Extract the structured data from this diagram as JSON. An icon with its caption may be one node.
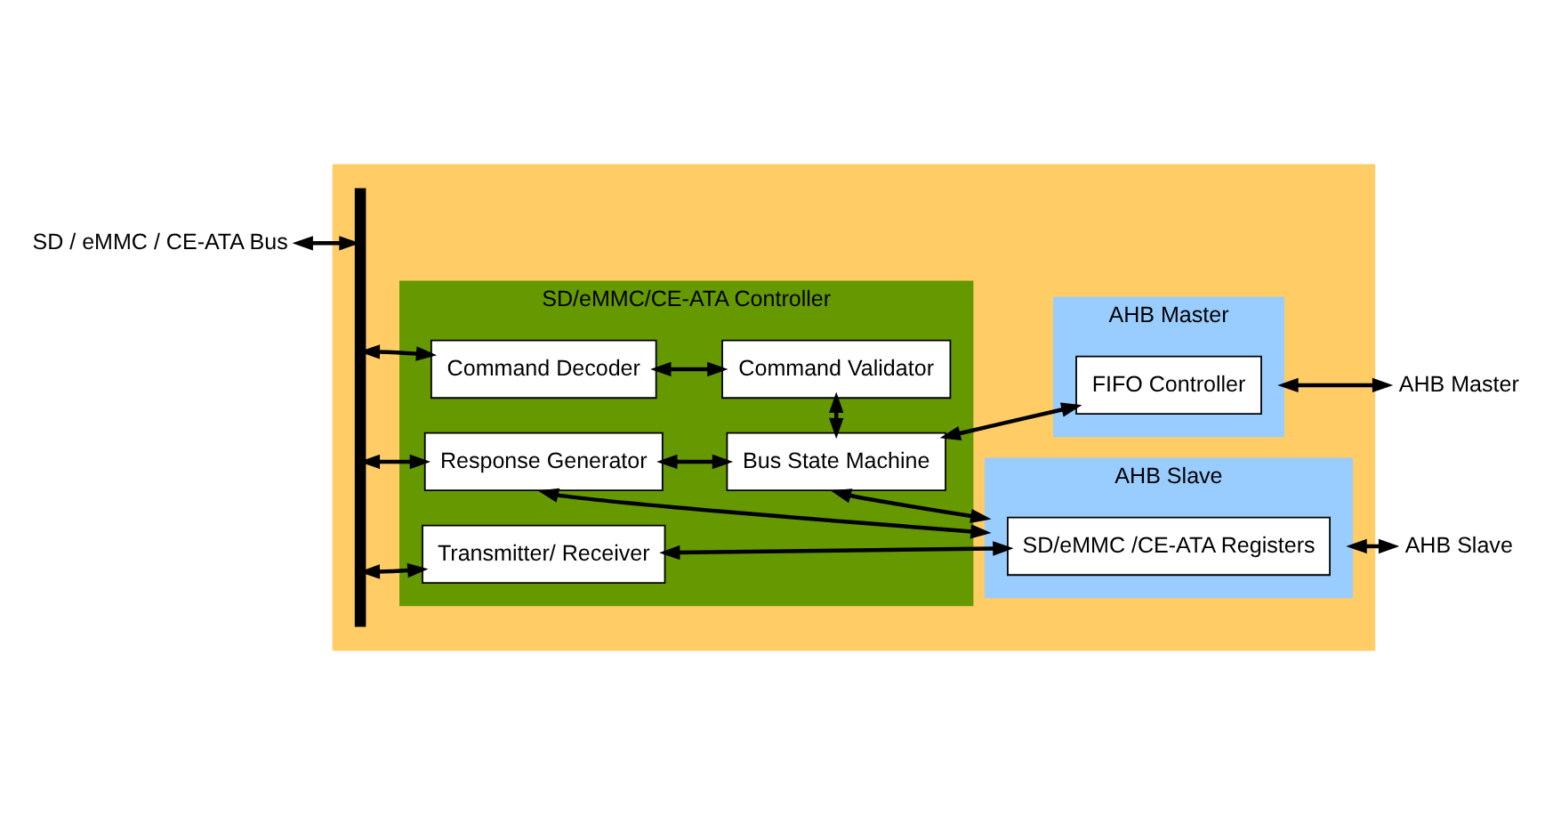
{
  "diagram": {
    "nodes": [
      {
        "text": [],
        "shape": "box"
      },
      {
        "text": [
          "SD/eMMC/CE-ATA Controller"
        ],
        "in": 0
      },
      {
        "text": [
          "Command Decoder"
        ],
        "in": 1
      },
      {
        "text": [
          "Command Validator"
        ],
        "in": 1
      },
      {
        "text": [
          "Response Generator"
        ],
        "in": 1
      },
      {
        "text": [
          "Bus State Machine"
        ],
        "in": 1
      },
      {
        "text": [
          "Transmitter/ Receiver"
        ],
        "in": 1
      },
      {
        "text": [],
        "shape": "bar",
        "in": 0
      },
      {
        "text": [
          "AHB Master"
        ],
        "in": 0
      },
      {
        "text": [
          "FIFO Controller"
        ],
        "in": 8
      },
      {
        "text": [
          "AHB Slave"
        ],
        "in": 0
      },
      {
        "text": [
          "SD/eMMC /CE-ATA Registers"
        ],
        "in": 10
      },
      {
        "text": [
          "SD / eMMC / CE-ATA Bus"
        ]
      },
      {
        "text": [
          "AHB Master"
        ]
      },
      {
        "text": [
          "AHB Slave"
        ]
      }
    ],
    "edges": [
      {
        "from": 12,
        "to": 7,
        "arrow": "both"
      },
      {
        "from": 7,
        "to": 2,
        "arrow": "both"
      },
      {
        "from": 7,
        "to": 4,
        "arrow": "both"
      },
      {
        "from": 7,
        "to": 6,
        "arrow": "both"
      },
      {
        "from": 2,
        "to": 3,
        "arrow": "both"
      },
      {
        "from": 3,
        "to": 5,
        "arrow": "both"
      },
      {
        "from": 4,
        "to": 5,
        "arrow": "both"
      },
      {
        "from": 5,
        "to": 9,
        "arrow": "both"
      },
      {
        "from": 4,
        "to": 10,
        "arrow": "both"
      },
      {
        "from": 5,
        "to": 10,
        "arrow": "both"
      },
      {
        "from": 6,
        "to": 11,
        "arrow": "both"
      },
      {
        "from": 8,
        "to": 13,
        "arrow": "both"
      },
      {
        "from": 10,
        "to": 14,
        "arrow": "both"
      }
    ]
  }
}
